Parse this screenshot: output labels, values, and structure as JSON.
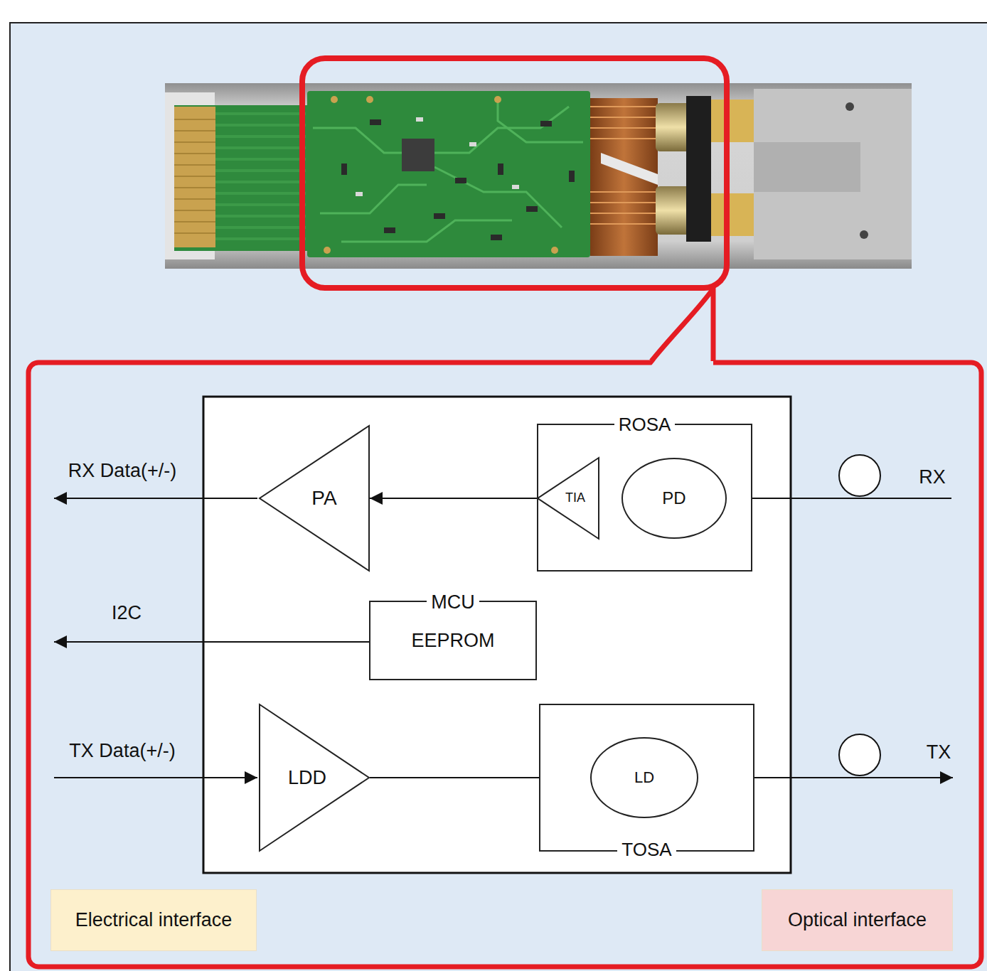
{
  "diagram": {
    "nodes": [
      {
        "text": [
          "PA"
        ]
      },
      {
        "text": [
          "ROSA"
        ]
      },
      {
        "text": [
          "TIA"
        ],
        "in": 1
      },
      {
        "text": [
          "PD"
        ],
        "in": 1
      },
      {
        "text": [
          "MCU",
          "EEPROM"
        ]
      },
      {
        "text": [
          "LDD"
        ]
      },
      {
        "text": [
          "TOSA"
        ]
      },
      {
        "text": [
          "LD"
        ],
        "in": 6
      },
      {
        "text": [
          "Electrical interface"
        ]
      },
      {
        "text": [
          "Optical interface"
        ]
      }
    ],
    "edges": [
      {
        "from": 3,
        "to": 2,
        "arrow": "none"
      },
      {
        "from": 2,
        "to": 0,
        "arrow": "to"
      },
      {
        "from": 5,
        "to": 7,
        "arrow": "to"
      }
    ],
    "labels": [
      "RX Data(+/-)",
      "RX",
      "I2C",
      "TX Data(+/-)",
      "TX"
    ]
  }
}
